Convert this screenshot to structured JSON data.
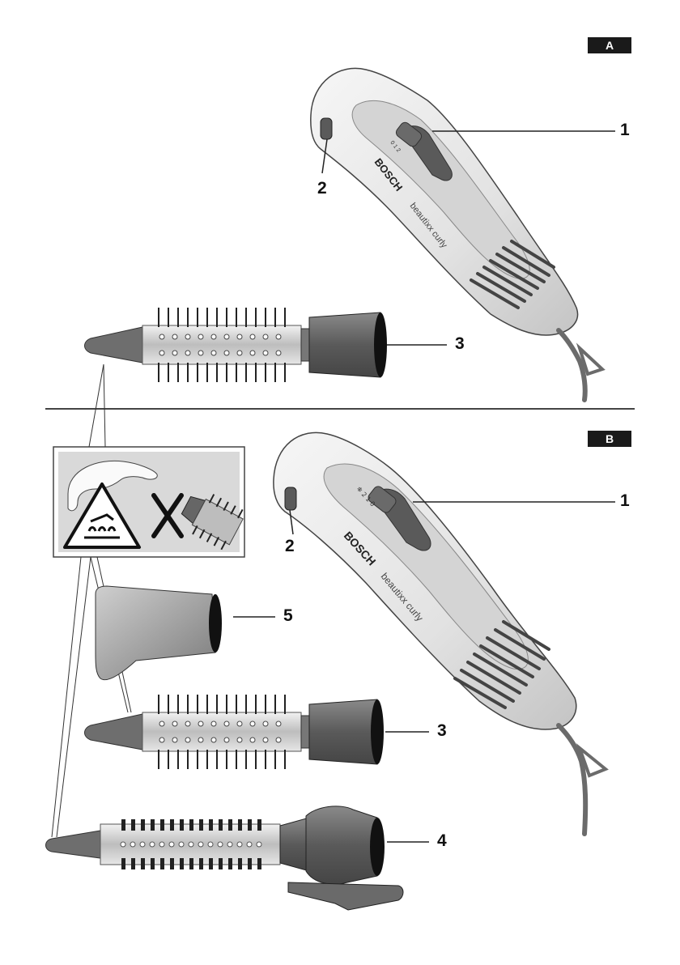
{
  "section_a": {
    "tag": "A"
  },
  "section_b": {
    "tag": "B"
  },
  "callouts": {
    "a_slide_switch": "1",
    "a_release_button": "2",
    "a_round_brush": "3",
    "b_slide_switch": "1",
    "b_release_button": "2",
    "b_round_brush": "3",
    "b_curling_brush": "4",
    "b_hot_air_nozzle": "5"
  },
  "device": {
    "brand": "BOSCH",
    "model": "beautixx curly",
    "switch_marks": "0 1 2",
    "switch_marks_b": "❄ 2 1 0"
  },
  "colors": {
    "body": "#e9e9e9",
    "body_shadow": "#bdbdbd",
    "dark": "#555555",
    "barrel": "#c9c9c9",
    "warning_bg": "#d9d9d9"
  }
}
